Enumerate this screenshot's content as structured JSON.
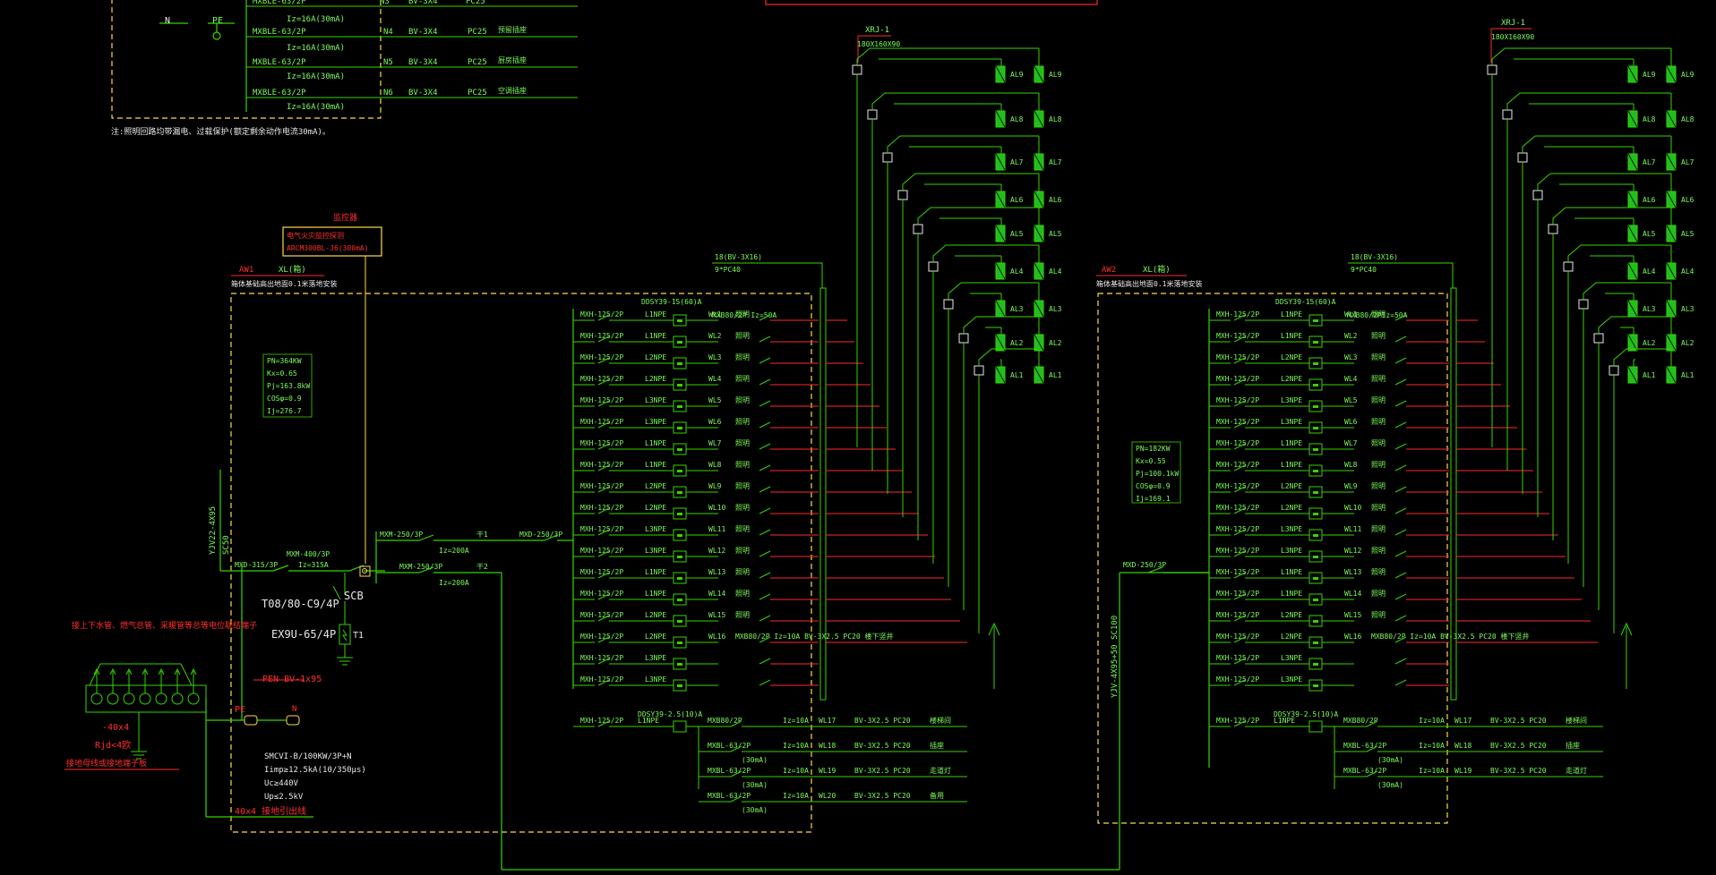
{
  "colors": {
    "background": "#000000",
    "green": "#37d400",
    "text_green": "#7CFC5A",
    "red": "#ff2a2a",
    "yellow": "#ffd84a",
    "white": "#e8e8e8",
    "meter_fill": "#1fbf1f"
  },
  "top_panel": {
    "label_n": "N",
    "label_pe": "PE",
    "rows": [
      {
        "breaker": "MXBLE-63/2P",
        "rcd": "Iz=16A(30mA)",
        "circuit": "N4",
        "cable": "BV-3X4",
        "conduit": "PC25",
        "use": "预留插座"
      },
      {
        "breaker": "MXBLE-63/2P",
        "rcd": "Iz=16A(30mA)",
        "circuit": "N5",
        "cable": "BV-3X4",
        "conduit": "PC25",
        "use": "厨房插座"
      },
      {
        "breaker": "MXBLE-63/2P",
        "rcd": "Iz=16A(30mA)",
        "circuit": "N6",
        "cable": "BV-3X4",
        "conduit": "PC25",
        "use": "空调插座"
      }
    ],
    "note": "注:照明回路均带漏电、过载保护(额定剩余动作电流30mA)。"
  },
  "fire_monitor": {
    "title": "监控器",
    "line1": "电气火灾监控探测",
    "line2": "ARCM300BL-J6(300mA)"
  },
  "left_board": {
    "id": "AW1",
    "cable_id": "XL(箱)",
    "desc": "箱体基础高出地面0.1米落地安装",
    "params": [
      "PN=364KW",
      "Kx=0.65",
      "Pj=163.8kW",
      "COSφ=0.9",
      "Ij=276.7"
    ],
    "incoming_cable": "YJV22-4X95",
    "incoming_conduit": "SC50",
    "incomer": "MXD-315/3P",
    "main_switch": "MXM-400/3P",
    "main_rating": "Iz=315A",
    "spd_breaker": "T08/80-C9/4P",
    "spd_label": "SCB",
    "spd": "EX9U-65/4P",
    "spd_tag": "T1",
    "out1_breaker": "MXM-250/3P",
    "out1_rating": "Iz=200A",
    "out1_tag": "干1",
    "out1_sub": "MXD-250/3P",
    "out2_breaker": "MXM-250/3P",
    "out2_rating": "Iz=200A",
    "out2_tag": "干2",
    "pen_label": "PEN BV-1x95",
    "label_pe": "PE",
    "label_n": "N",
    "ground_value": "-40x4",
    "ground_r": "Rjd<4欧",
    "ground_note": "接地母线或接地端子板",
    "ground_conn": "接上下水管、燃气总管、采暖管等总等电位联结端子",
    "eq_bond": "40x4 接地引出线",
    "smc_lines": [
      "SMCVI-B/100KW/3P+N",
      "Iimp≥12.5kA(10/350μs)",
      "Uc≥440V",
      "Up≤2.5kV"
    ],
    "sub_meter_bus": "DDSY39-15(60)A",
    "sub_breaker_label": "MXB80/2P Iz=50A",
    "riser_top": "18(BV-3X16)",
    "riser_bottom": "9*PC40",
    "feeders": [
      {
        "breaker": "MXH-125/2P",
        "phase": "L1NPE",
        "wl": "WL1",
        "use": "照明"
      },
      {
        "breaker": "MXH-125/2P",
        "phase": "L1NPE",
        "wl": "WL2",
        "use": "照明"
      },
      {
        "breaker": "MXH-125/2P",
        "phase": "L2NPE",
        "wl": "WL3",
        "use": "照明"
      },
      {
        "breaker": "MXH-125/2P",
        "phase": "L2NPE",
        "wl": "WL4",
        "use": "照明"
      },
      {
        "breaker": "MXH-125/2P",
        "phase": "L3NPE",
        "wl": "WL5",
        "use": "照明"
      },
      {
        "breaker": "MXH-125/2P",
        "phase": "L3NPE",
        "wl": "WL6",
        "use": "照明"
      },
      {
        "breaker": "MXH-125/2P",
        "phase": "L1NPE",
        "wl": "WL7",
        "use": "照明"
      },
      {
        "breaker": "MXH-125/2P",
        "phase": "L1NPE",
        "wl": "WL8",
        "use": "照明"
      },
      {
        "breaker": "MXH-125/2P",
        "phase": "L2NPE",
        "wl": "WL9",
        "use": "照明"
      },
      {
        "breaker": "MXH-125/2P",
        "phase": "L2NPE",
        "wl": "WL10",
        "use": "照明"
      },
      {
        "breaker": "MXH-125/2P",
        "phase": "L3NPE",
        "wl": "WL11",
        "use": "照明"
      },
      {
        "breaker": "MXH-125/2P",
        "phase": "L3NPE",
        "wl": "WL12",
        "use": "照明"
      },
      {
        "breaker": "MXH-125/2P",
        "phase": "L1NPE",
        "wl": "WL13",
        "use": "照明"
      },
      {
        "breaker": "MXH-125/2P",
        "phase": "L1NPE",
        "wl": "WL14",
        "use": "照明"
      },
      {
        "breaker": "MXH-125/2P",
        "phase": "L2NPE",
        "wl": "WL15",
        "use": "照明"
      },
      {
        "breaker": "MXH-125/2P",
        "phase": "L2NPE",
        "wl": "WL16",
        "use": "MXB80/2P Iz=10A BV-3X2.5 PC20 楼下竖井"
      },
      {
        "breaker": "MXH-125/2P",
        "phase": "L3NPE",
        "wl": "",
        "use": ""
      },
      {
        "breaker": "MXH-125/2P",
        "phase": "L3NPE",
        "wl": "",
        "use": ""
      }
    ],
    "small_bus": "DDSY39-2.5(10)A",
    "small_breaker": "MXH-125/2P",
    "small_phase": "L1NPE",
    "small_circuits": [
      {
        "breaker": "MXB80/2P",
        "rcd": "",
        "rating": "Iz=10A",
        "wl": "WL17",
        "cable": "BV-3X2.5  PC20",
        "use": "楼梯间"
      },
      {
        "breaker": "MXBL-63/2P",
        "rcd": "(30mA)",
        "rating": "Iz=10A",
        "wl": "WL18",
        "cable": "BV-3X2.5  PC20",
        "use": "插座"
      },
      {
        "breaker": "MXBL-63/2P",
        "rcd": "(30mA)",
        "rating": "Iz=10A",
        "wl": "WL19",
        "cable": "BV-3X2.5  PC20",
        "use": "走道灯"
      },
      {
        "breaker": "MXBL-63/2P",
        "rcd": "(30mA)",
        "rating": "Iz=10A",
        "wl": "WL20",
        "cable": "BV-3X2.5  PC20",
        "use": "备用"
      }
    ]
  },
  "left_riser": {
    "title": "XRJ-1",
    "size": "180X160X90",
    "meters": [
      "AL9",
      "AL8",
      "AL7",
      "AL6",
      "AL5",
      "AL4",
      "AL3",
      "AL2",
      "AL1"
    ]
  },
  "right_board": {
    "id": "AW2",
    "cable_id": "XL(箱)",
    "desc": "箱体基础高出地面0.1米落地安装",
    "params": [
      "PN=182KW",
      "Kx=0.55",
      "Pj=100.1kW",
      "COSφ=0.9",
      "Ij=169.1"
    ],
    "incomer": "MXD-250/3P",
    "incoming_cable": "YJV-4X95+50  SC100",
    "sub_meter_bus": "DDSY39-15(60)A",
    "sub_breaker_label": "MXB80/2PIz=50A",
    "riser_top": "18(BV-3X16)",
    "riser_bottom": "9*PC40",
    "feeders": [
      {
        "breaker": "MXH-125/2P",
        "phase": "L1NPE",
        "wl": "WL1",
        "use": "照明"
      },
      {
        "breaker": "MXH-125/2P",
        "phase": "L1NPE",
        "wl": "WL2",
        "use": "照明"
      },
      {
        "breaker": "MXH-125/2P",
        "phase": "L2NPE",
        "wl": "WL3",
        "use": "照明"
      },
      {
        "breaker": "MXH-125/2P",
        "phase": "L2NPE",
        "wl": "WL4",
        "use": "照明"
      },
      {
        "breaker": "MXH-125/2P",
        "phase": "L3NPE",
        "wl": "WL5",
        "use": "照明"
      },
      {
        "breaker": "MXH-125/2P",
        "phase": "L3NPE",
        "wl": "WL6",
        "use": "照明"
      },
      {
        "breaker": "MXH-125/2P",
        "phase": "L1NPE",
        "wl": "WL7",
        "use": "照明"
      },
      {
        "breaker": "MXH-125/2P",
        "phase": "L1NPE",
        "wl": "WL8",
        "use": "照明"
      },
      {
        "breaker": "MXH-125/2P",
        "phase": "L2NPE",
        "wl": "WL9",
        "use": "照明"
      },
      {
        "breaker": "MXH-125/2P",
        "phase": "L2NPE",
        "wl": "WL10",
        "use": "照明"
      },
      {
        "breaker": "MXH-125/2P",
        "phase": "L3NPE",
        "wl": "WL11",
        "use": "照明"
      },
      {
        "breaker": "MXH-125/2P",
        "phase": "L3NPE",
        "wl": "WL12",
        "use": "照明"
      },
      {
        "breaker": "MXH-125/2P",
        "phase": "L1NPE",
        "wl": "WL13",
        "use": "照明"
      },
      {
        "breaker": "MXH-125/2P",
        "phase": "L1NPE",
        "wl": "WL14",
        "use": "照明"
      },
      {
        "breaker": "MXH-125/2P",
        "phase": "L2NPE",
        "wl": "WL15",
        "use": "照明"
      },
      {
        "breaker": "MXH-125/2P",
        "phase": "L2NPE",
        "wl": "WL16",
        "use": "MXB80/2P Iz=10A BV-3X2.5 PC20 楼下竖井"
      },
      {
        "breaker": "MXH-125/2P",
        "phase": "L3NPE",
        "wl": "",
        "use": ""
      },
      {
        "breaker": "MXH-125/2P",
        "phase": "L3NPE",
        "wl": "",
        "use": ""
      }
    ],
    "small_bus": "DDSY39-2.5(10)A",
    "small_breaker": "MXH-125/2P",
    "small_phase": "L1NPE",
    "small_circuits": [
      {
        "breaker": "MXB80/2P",
        "rcd": "",
        "rating": "Iz=10A",
        "wl": "WL17",
        "cable": "BV-3X2.5  PC20",
        "use": "楼梯间"
      },
      {
        "breaker": "MXBL-63/2P",
        "rcd": "(30mA)",
        "rating": "Iz=10A",
        "wl": "WL18",
        "cable": "BV-3X2.5  PC20",
        "use": "插座"
      },
      {
        "breaker": "MXBL-63/2P",
        "rcd": "(30mA)",
        "rating": "Iz=10A",
        "wl": "WL19",
        "cable": "BV-3X2.5  PC20",
        "use": "走道灯"
      }
    ]
  },
  "right_riser": {
    "title": "XRJ-1",
    "size": "180X160X90",
    "meters": [
      "AL9",
      "AL8",
      "AL7",
      "AL6",
      "AL5",
      "AL4",
      "AL3",
      "AL2",
      "AL1"
    ]
  }
}
